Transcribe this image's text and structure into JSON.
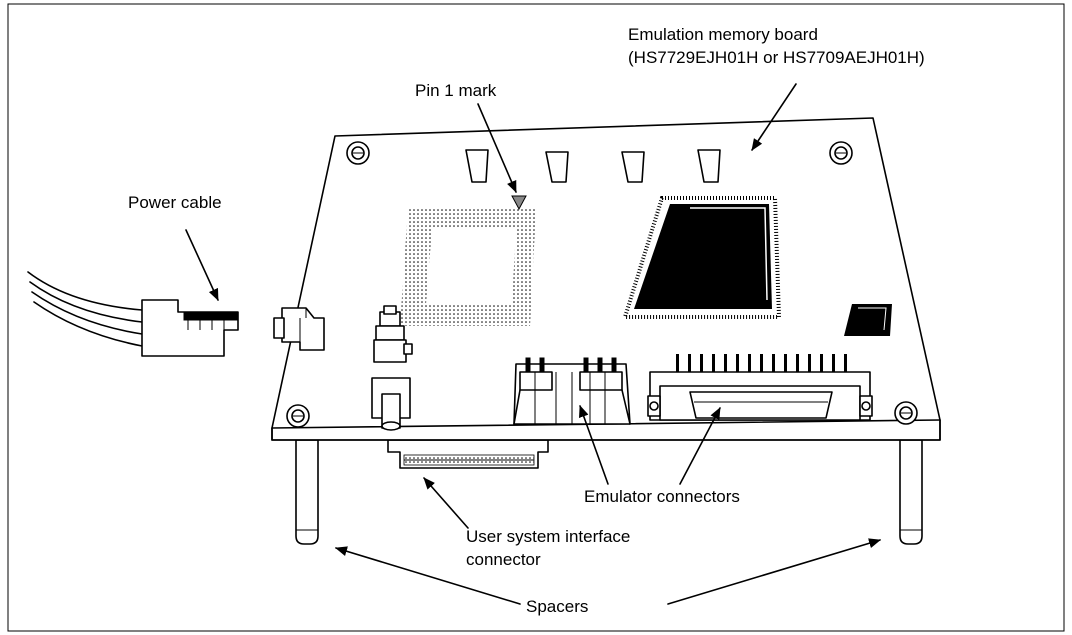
{
  "diagram": {
    "labels": {
      "emulation_board_line1": "Emulation memory board",
      "emulation_board_line2": "(HS7729EJH01H or HS7709AEJH01H)",
      "pin1_mark": "Pin 1 mark",
      "power_cable": "Power cable",
      "emulator_connectors": "Emulator connectors",
      "user_interface_line1": "User system interface",
      "user_interface_line2": "connector",
      "spacers": "Spacers"
    },
    "colors": {
      "line": "#000000",
      "background": "#ffffff",
      "pin1_marker": "#888888"
    }
  }
}
